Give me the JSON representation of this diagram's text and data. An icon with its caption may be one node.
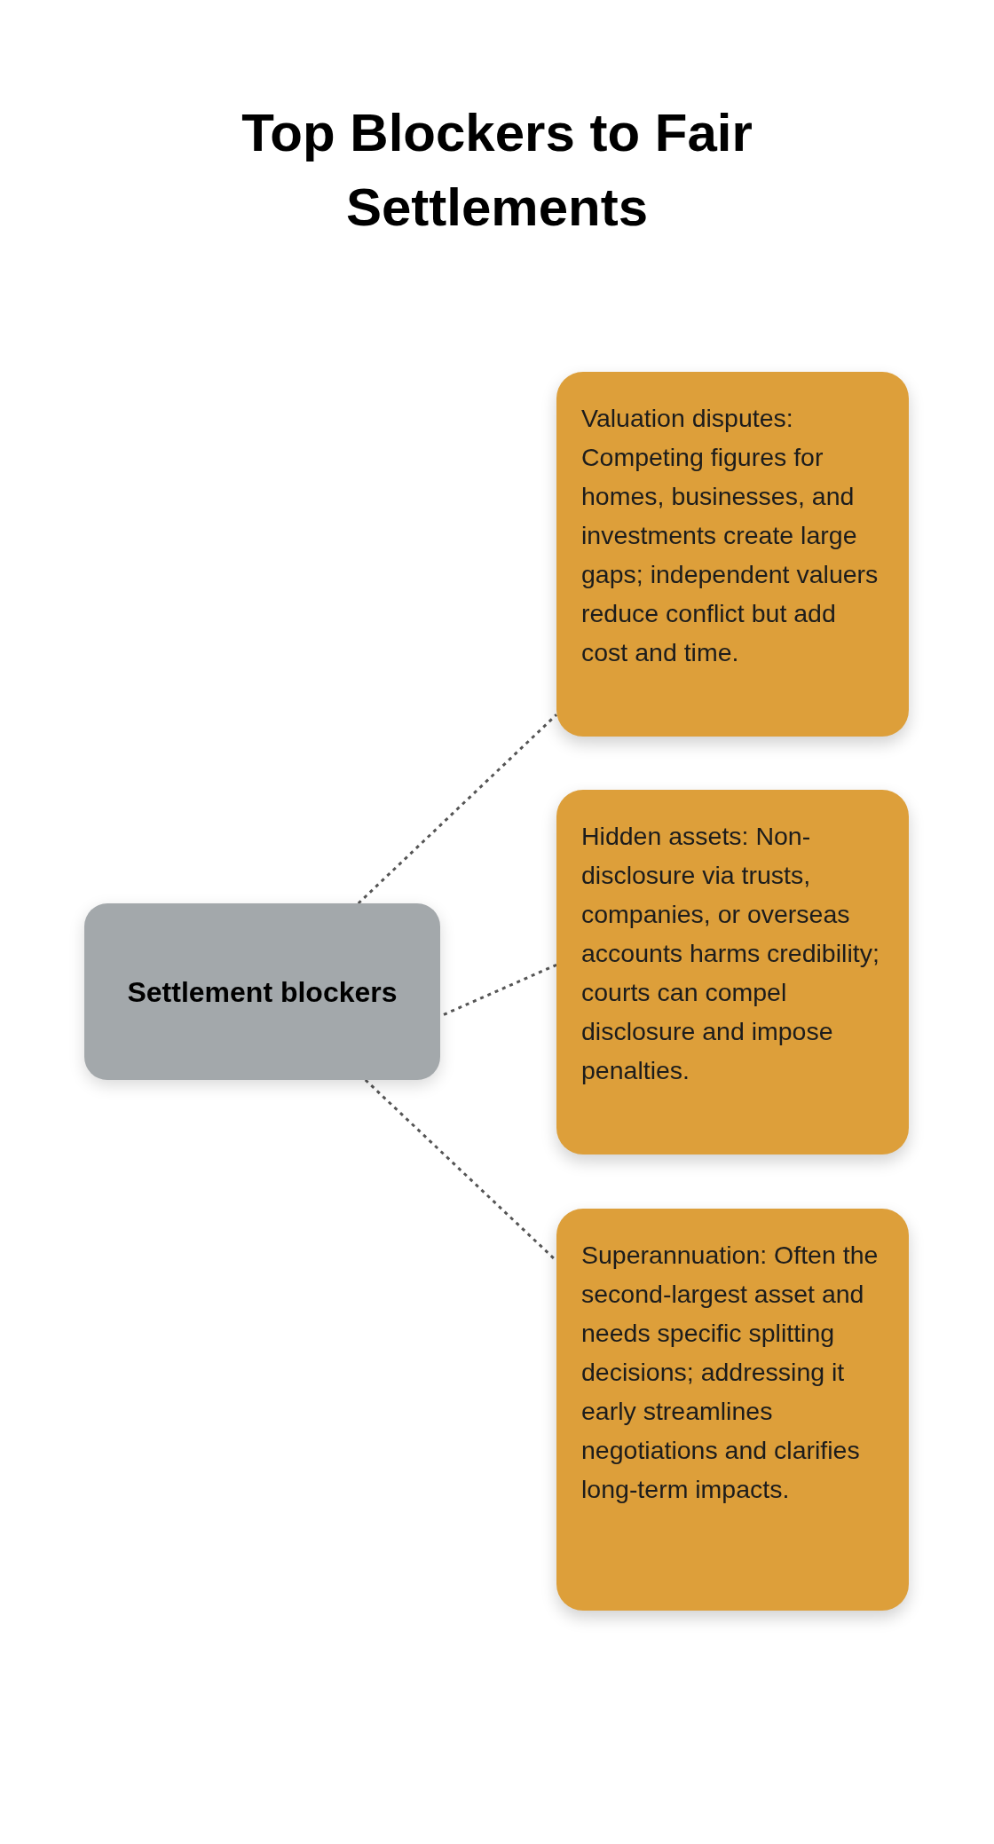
{
  "diagram": {
    "title": "Top Blockers to Fair Settlements",
    "nodes": [
      {
        "text": [
          "Valuation disputes: Competing figures for homes, businesses, and investments create large gaps; independent valuers reduce conflict but add cost and time."
        ]
      },
      {
        "text": [
          "Hidden assets: Non-disclosure via trusts, companies, or overseas accounts harms credibility; courts can compel disclosure and impose penalties."
        ]
      },
      {
        "text": [
          "Settlement blockers"
        ]
      },
      {
        "text": [
          "Superannuation: Often the second-largest asset and needs specific splitting decisions; addressing it early streamlines negotiations and clarifies long-term impacts."
        ]
      }
    ],
    "edges": [
      {
        "from": 2,
        "to": 0,
        "arrow": "none",
        "style": "dashed"
      },
      {
        "from": 2,
        "to": 1,
        "arrow": "none",
        "style": "dashed"
      },
      {
        "from": 2,
        "to": 3,
        "arrow": "none",
        "style": "dashed"
      }
    ]
  }
}
